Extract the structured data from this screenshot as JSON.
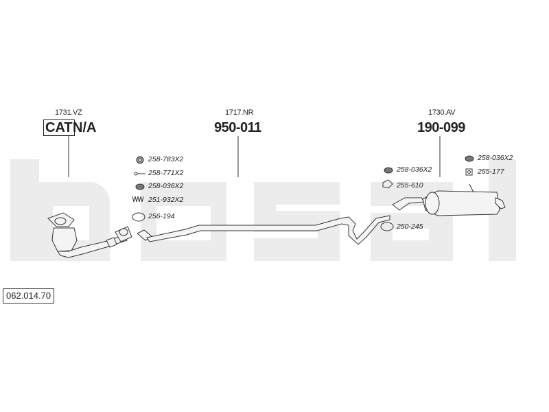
{
  "brand_watermark": "bosal",
  "components": {
    "catalyst": {
      "ref": "1731.VZ",
      "label": "CAT",
      "number": "N/A"
    },
    "center_pipe": {
      "ref": "1717.NR",
      "number": "950-011"
    },
    "rear_silencer": {
      "ref": "1730.AV",
      "number": "190-099"
    }
  },
  "parts_left": [
    {
      "icon": "gasket-icon",
      "label": "258-783X2"
    },
    {
      "icon": "bolt-icon",
      "label": "258-771X2"
    },
    {
      "icon": "rubber-mount-icon",
      "label": "258-036X2"
    },
    {
      "icon": "spring-icon",
      "label": "251-932X2"
    },
    {
      "icon": "ring-icon",
      "label": "256-194"
    }
  ],
  "parts_mid": [
    {
      "icon": "rubber-mount-icon",
      "label": "258-036X2"
    },
    {
      "icon": "clamp-icon",
      "label": "255-610"
    },
    {
      "icon": "band-clamp-icon",
      "label": "250-245"
    }
  ],
  "parts_right": [
    {
      "icon": "rubber-mount-icon",
      "label": "258-036X2"
    },
    {
      "icon": "hanger-icon",
      "label": "255-177"
    }
  ],
  "diagram_code": "062.014.70",
  "colors": {
    "watermark": "#ececec",
    "ink": "#222222",
    "pipe_fill": "#f4f4f4"
  }
}
